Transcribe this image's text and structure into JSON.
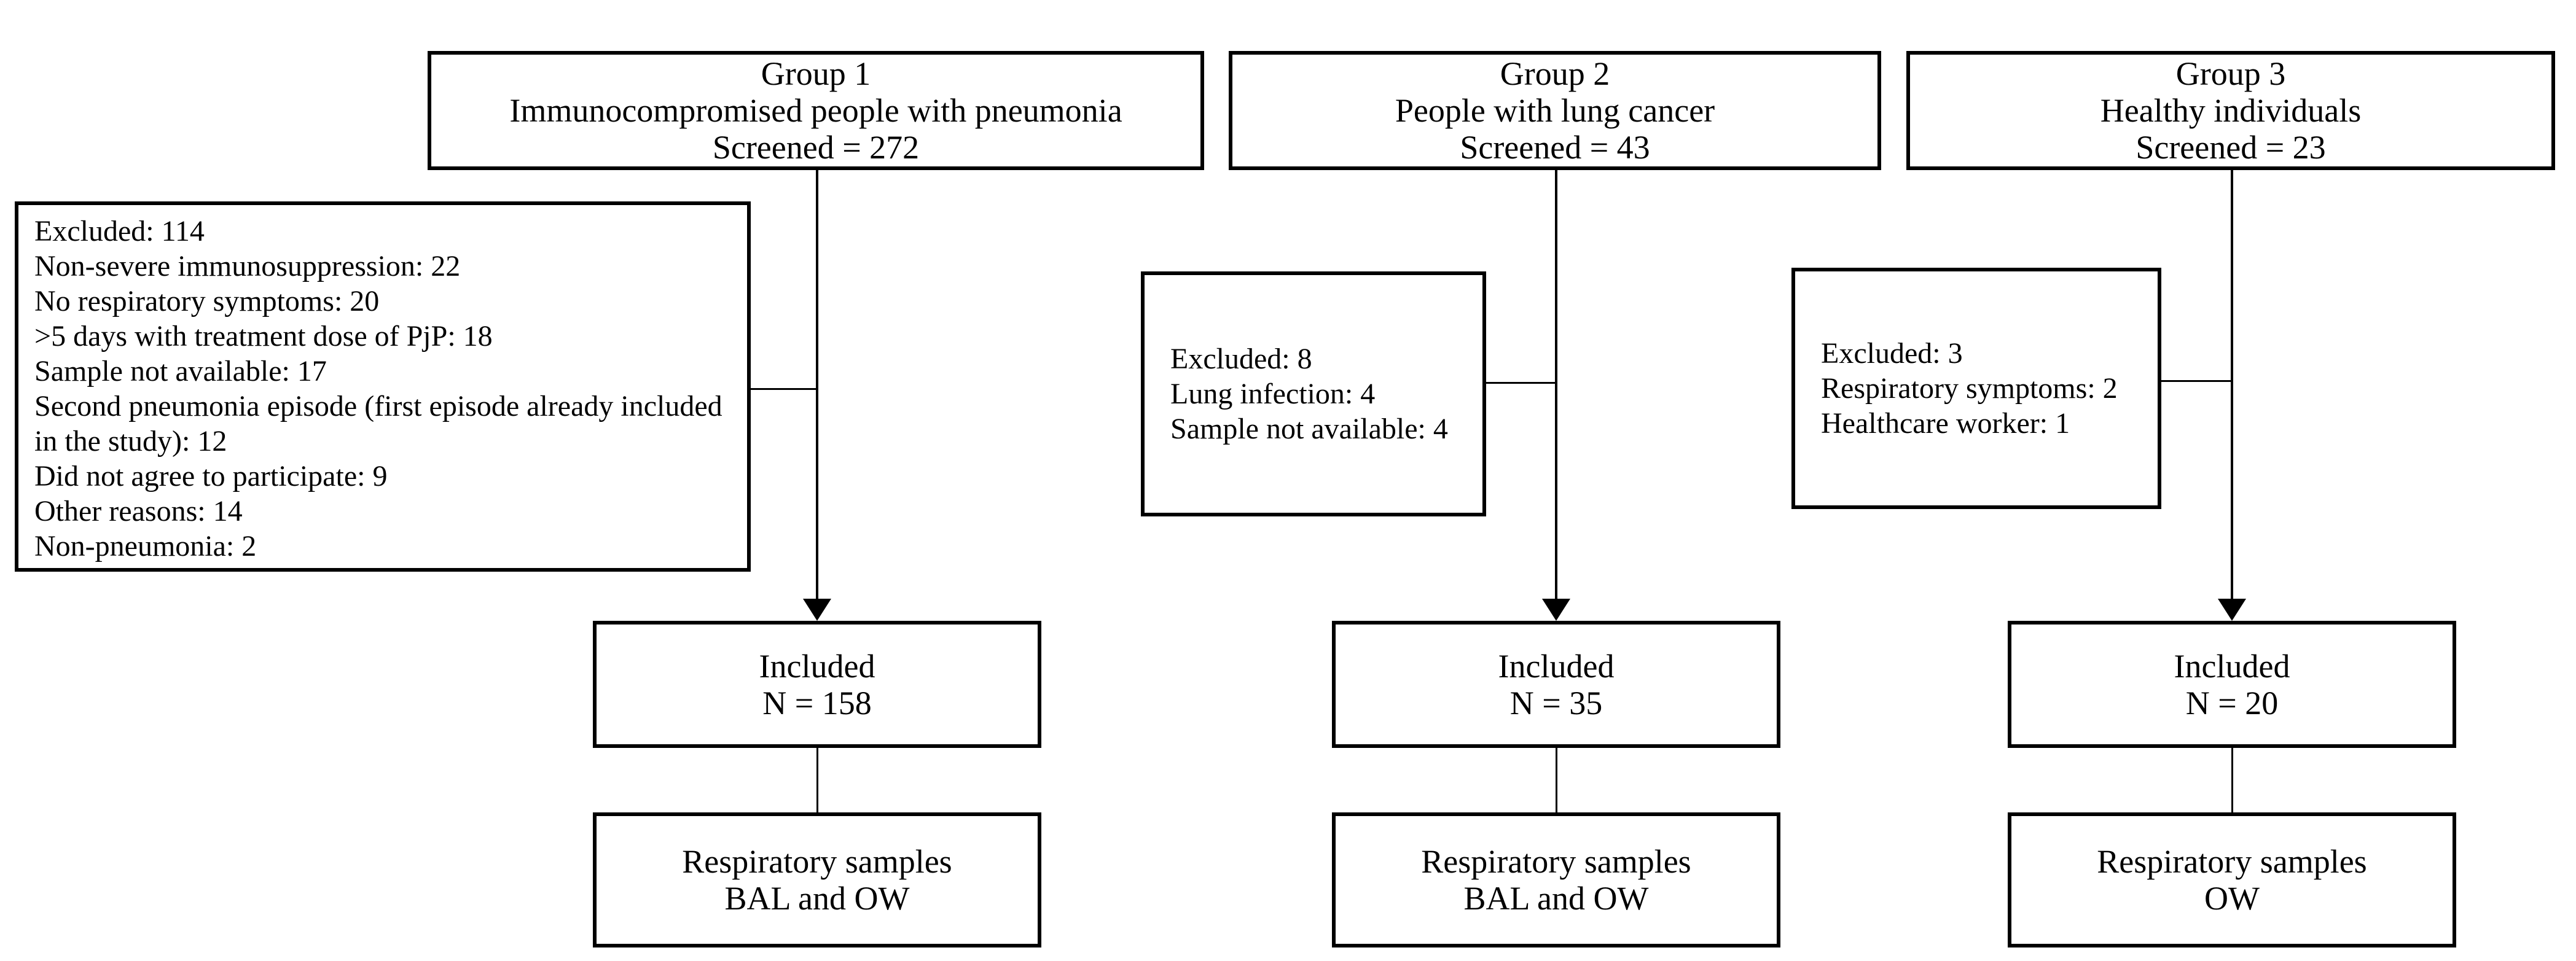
{
  "colors": {
    "foreground": "#000000",
    "background": "#ffffff"
  },
  "groups": [
    {
      "title": "Group 1",
      "population": "Immunocompromised people with pneumonia",
      "screened": "Screened = 272",
      "excluded_items": [
        "Excluded: 114",
        "Non-severe immunosuppression: 22",
        "No respiratory symptoms: 20",
        ">5 days with treatment dose of PjP: 18",
        "Sample not available: 17",
        "Second pneumonia episode (first episode already included in the study): 12",
        "Did not agree to participate: 9",
        "Other reasons: 14",
        "Non-pneumonia: 2"
      ],
      "included_label": "Included",
      "included_n": "N = 158",
      "samples_label": "Respiratory samples",
      "samples_types": "BAL and OW"
    },
    {
      "title": "Group 2",
      "population": "People with lung cancer",
      "screened": "Screened = 43",
      "excluded_items": [
        "Excluded: 8",
        "Lung infection: 4",
        "Sample not available: 4"
      ],
      "included_label": "Included",
      "included_n": "N = 35",
      "samples_label": "Respiratory samples",
      "samples_types": "BAL and OW"
    },
    {
      "title": "Group 3",
      "population": "Healthy individuals",
      "screened": "Screened = 23",
      "excluded_items": [
        "Excluded: 3",
        "Respiratory symptoms: 2",
        "Healthcare worker: 1"
      ],
      "included_label": "Included",
      "included_n": "N = 20",
      "samples_label": "Respiratory samples",
      "samples_types": "OW"
    }
  ]
}
